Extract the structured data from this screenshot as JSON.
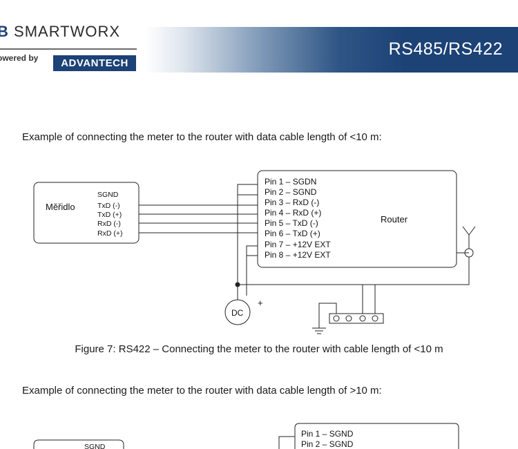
{
  "header": {
    "logo_prefix": "B",
    "logo_brand": "SMARTWORX",
    "powered_by": "owered by",
    "advantech": "ADVANTECH",
    "section_title": "RS485/RS422"
  },
  "intro_1": "Example of connecting the meter to the router with data cable length of <10 m:",
  "intro_2": "Example of connecting the meter to the router with data cable length of >10 m:",
  "figure_7": {
    "caption": "Figure 7: RS422 – Connecting the meter to the router with cable length of <10 m",
    "meter": {
      "name": "Měřidlo",
      "pins": [
        "SGND",
        "TxD (-)",
        "TxD (+)",
        "RxD (-)",
        "RxD (+)"
      ]
    },
    "router": {
      "name": "Router",
      "pins": [
        "Pin 1 – SGDN",
        "Pin 2 – SGND",
        "Pin 3 – RxD (-)",
        "Pin 4 – RxD (+)",
        "Pin 5 – TxD (-)",
        "Pin 6 – TxD (+)",
        "Pin 7 – +12V EXT",
        "Pin 8 – +12V EXT"
      ]
    },
    "dc_label": "DC",
    "plus_label": "+"
  },
  "figure_8_partial": {
    "meter_pins": [
      "SGND"
    ],
    "router_pins": [
      "Pin 1 – SGND",
      "Pin 2 – SGND"
    ]
  }
}
